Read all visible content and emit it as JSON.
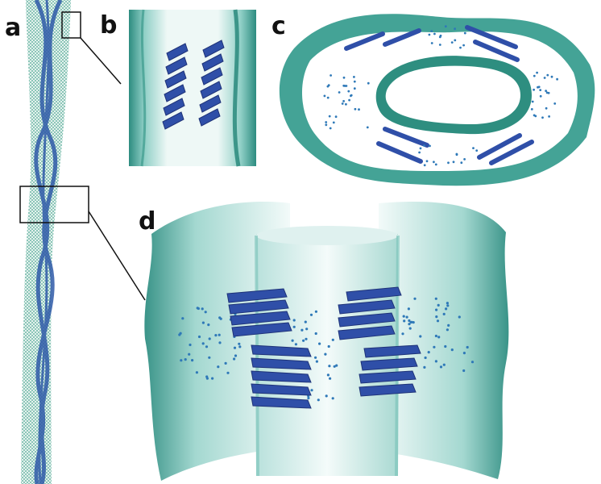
{
  "figure": {
    "panels": [
      {
        "id": "a",
        "label": "a"
      },
      {
        "id": "b",
        "label": "b"
      },
      {
        "id": "c",
        "label": "c"
      },
      {
        "id": "d",
        "label": "d"
      }
    ]
  },
  "colors": {
    "surface": "#3a9e90",
    "surface_light": "#dff1ef",
    "strand": "#2f4fa8",
    "strand_dark": "#1f3378",
    "dot": "#2f79b8"
  }
}
